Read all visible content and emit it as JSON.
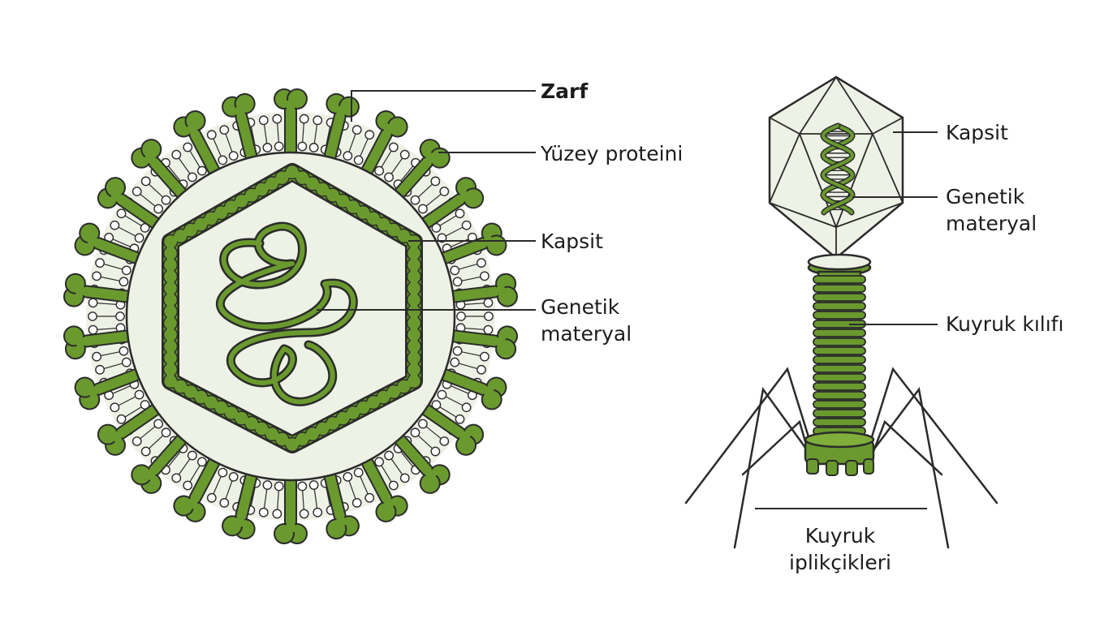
{
  "envelope_virus": {
    "labels": {
      "envelope": "Zarf",
      "surface_protein": "Yüzey proteini",
      "capsid": "Kapsit",
      "genetic_material_line1": "Genetik",
      "genetic_material_line2": "materyal"
    }
  },
  "bacteriophage": {
    "labels": {
      "capsid": "Kapsit",
      "genetic_material_line1": "Genetik",
      "genetic_material_line2": "materyal",
      "tail_sheath": "Kuyruk kılıfı",
      "tail_fibers_line1": "Kuyruk",
      "tail_fibers_line2": "iplikçikleri"
    }
  },
  "colors": {
    "green": "#6a9a2e",
    "green_dark": "#4f7a1f",
    "outline": "#2b2b2b",
    "fill_light": "#eef2e6"
  }
}
